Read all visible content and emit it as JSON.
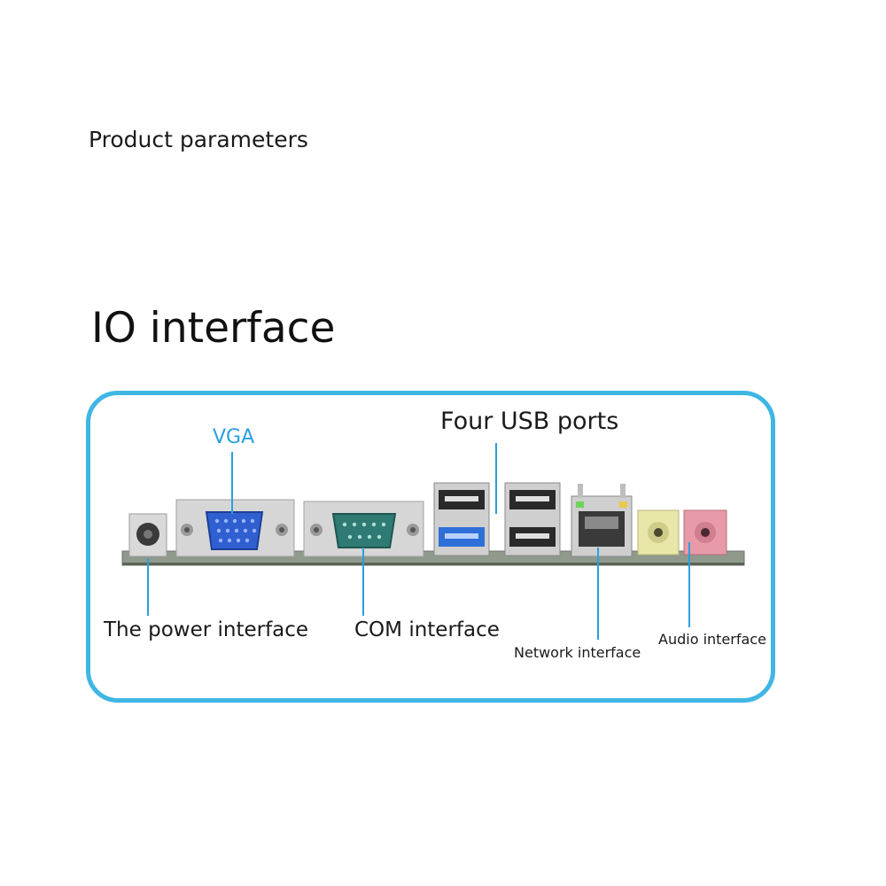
{
  "header": {
    "section_label": "Product parameters",
    "title": "IO interface"
  },
  "labels": {
    "vga": "VGA",
    "usb": "Four USB ports",
    "power": "The power interface",
    "com": "COM interface",
    "network": "Network interface",
    "audio": "Audio interface"
  },
  "colors": {
    "frame": "#3fb6e3",
    "vga_port": "#2f5fd0",
    "com_port": "#2f7a72",
    "usb3": "#2f6fd8",
    "audio_out": "#e8e6a8",
    "audio_in": "#e79aa7"
  }
}
